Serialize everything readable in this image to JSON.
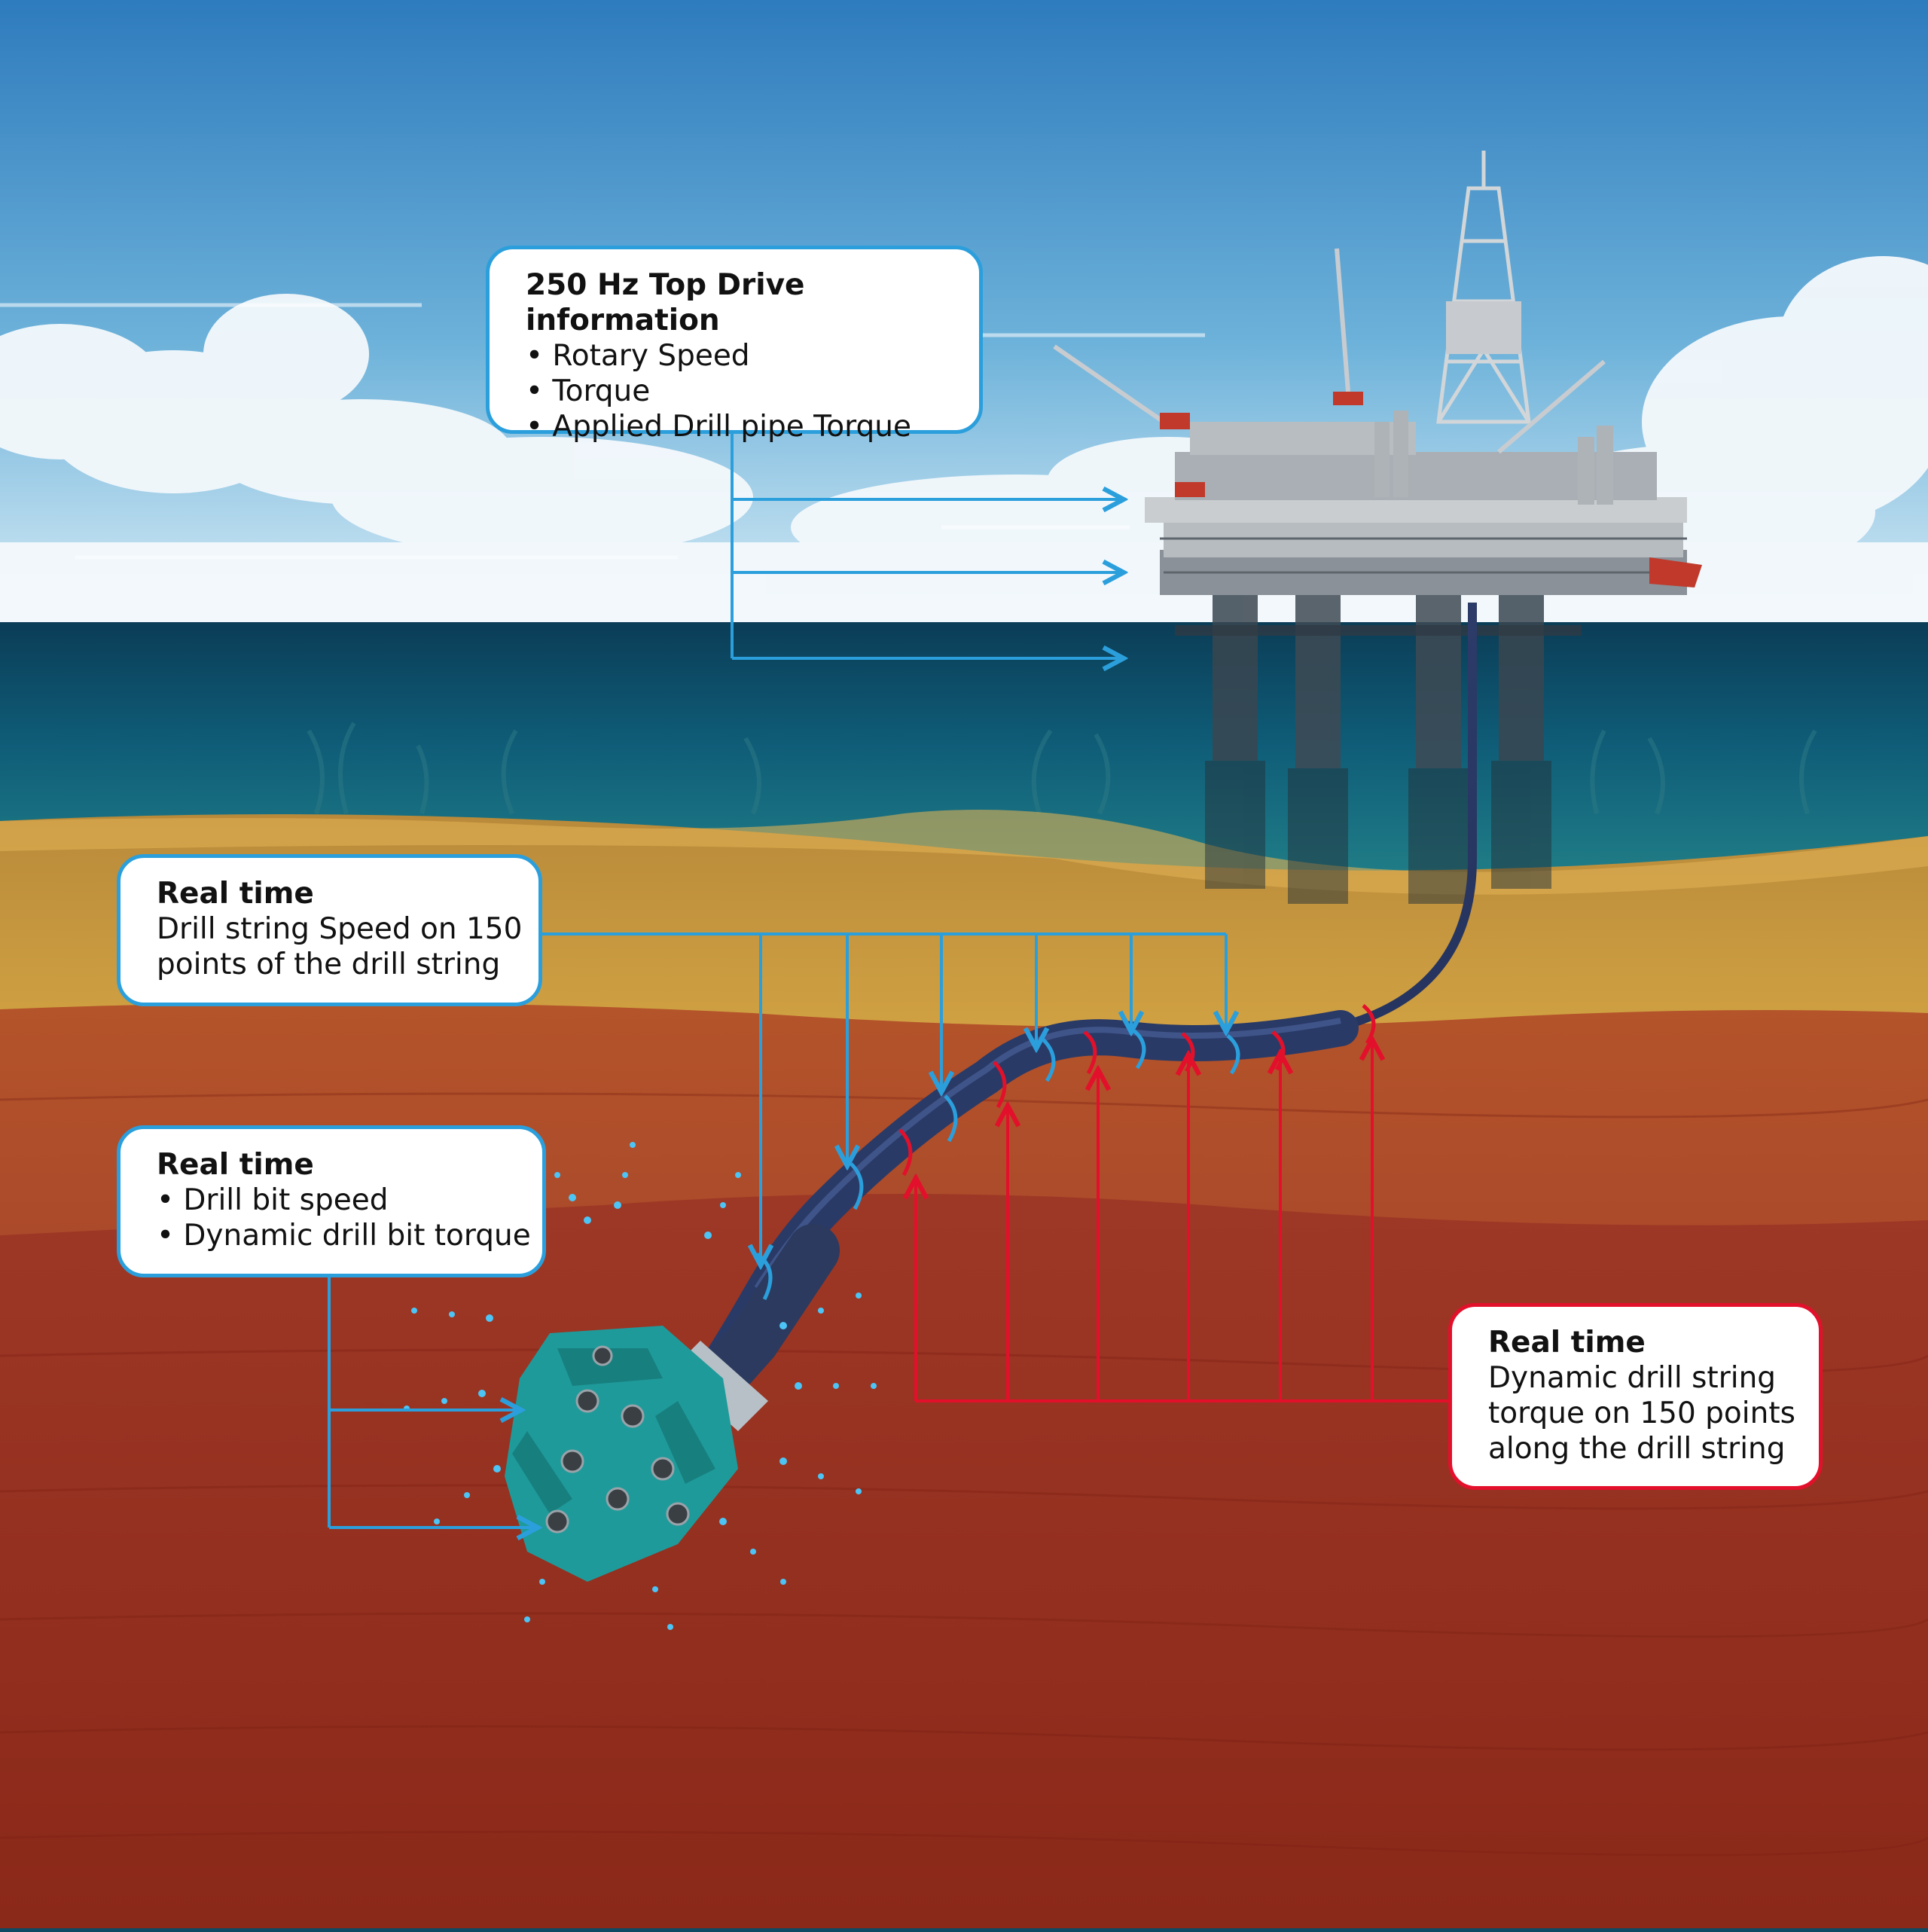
{
  "colors": {
    "sky_top": "#2e7bbd",
    "sky_horizon": "#d8ecf6",
    "sea": "#0f5d78",
    "sand": "#c99a3c",
    "rock_upper": "#b4542a",
    "rock_lower": "#8f2a1c",
    "speed_arrow": "#2b9fdc",
    "torque_arrow": "#e3102b",
    "drill_pipe": "#2a3a66",
    "drill_bit": "#1f9a9a"
  },
  "callouts": {
    "top_drive": {
      "title": "250 Hz Top Drive information",
      "items": [
        "• Rotary Speed",
        "• Torque",
        "• Applied Drill pipe Torque"
      ]
    },
    "string_speed": {
      "title": "Real time",
      "lines": [
        "Drill string Speed on 150",
        "points of the drill string"
      ]
    },
    "bit": {
      "title": "Real time",
      "items": [
        "• Drill bit speed",
        "• Dynamic drill bit torque"
      ]
    },
    "string_torque": {
      "title": "Real time",
      "lines": [
        "Dynamic drill string",
        "torque on 150 points",
        "along the drill string"
      ]
    }
  }
}
